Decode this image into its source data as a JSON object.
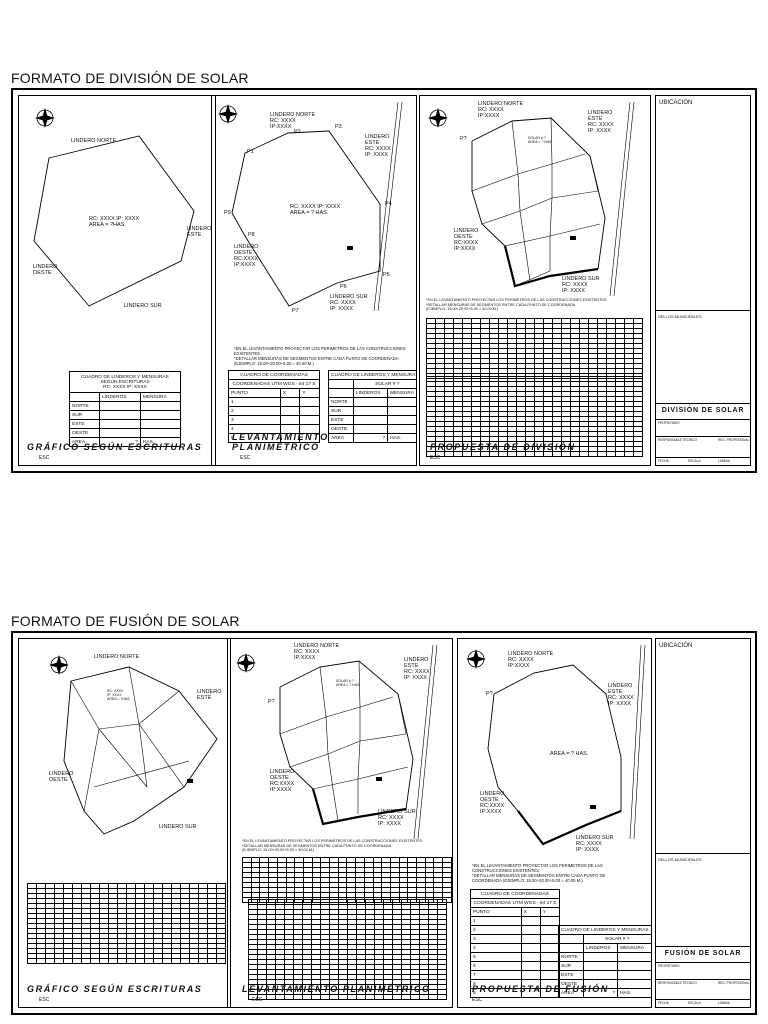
{
  "division": {
    "title": "FORMATO DE DIVISIÓN DE SOLAR",
    "panel1": {
      "title": "GRÁFICO SEGÚN ESCRITURAS",
      "subtitle": "ESC",
      "lindero_norte": "LINDERO NORTE",
      "lindero_este": "LINDERO\nESTE",
      "lindero_oeste": "LINDERO\nOESTE",
      "lindero_sur": "LINDERO SUR",
      "center": "RC: XXXX IP: XXXX\nAREA = ?HAS.",
      "table": {
        "header": "CUADRO DE LINDEROS Y MENSURAS\nSEGÚN ESCRITURAS\nRC: XXXX IP: XXXX",
        "cols": [
          "LINDEROS",
          "MENSURA"
        ],
        "rows": [
          "NORTE",
          "SUR",
          "ESTE",
          "OESTE",
          "AREA"
        ],
        "area_value": "?",
        "area_unit": "HAS."
      }
    },
    "panel2": {
      "title": "LEVANTAMIENTO PLANIMÉTRICO",
      "subtitle": "ESC",
      "north": "LINDERO NORTE\nRC: XXXX\nIP:XXXX",
      "este": "LINDERO\nESTE\nRC: XXXX\nIP: XXXX",
      "oeste": "LINDERO\nOESTE\nRC:XXXX\nIP:XXXX",
      "sur": "LINDERO SUR\nRC: XXXX\nIP: XXXX",
      "center": "RC: XXXX IP: XXXX\nAREA = ? HAS.",
      "points": [
        "P1",
        "P2",
        "P3",
        "P4",
        "P5",
        "P6",
        "P7",
        "P8",
        "P9"
      ],
      "note": "*EN EL LEVANTAMIENTO PROYECTAR LOS PERIMETROS DE LAS CONSTRUCCIONES\nEXISTENTES\n*DETALLAR MENSURAS DE SEGMENTOS ENTRE CADA PUNTO DE COORDENADA\n(EJEMPLO: 15.00+20.00+5.00 = 40.00 M.)",
      "coord_table": {
        "header": "CUADRO DE COORDENADAS",
        "sub": "COORDENADAS UTM WGS - 84 17 S",
        "cols": [
          "PUNTO",
          "X",
          "Y"
        ],
        "rows": [
          "1",
          "2",
          "3",
          "4",
          "5"
        ]
      },
      "lind_table": {
        "header": "CUADRO DE LINDEROS Y MENSURAS",
        "solar": "SOLAR # ?",
        "cols": [
          "LINDEROS",
          "MENSURA"
        ],
        "rows": [
          "NORTE",
          "SUR",
          "ESTE",
          "OESTE",
          "AREA"
        ],
        "area_value": "?",
        "area_unit": "HAS."
      }
    },
    "panel3": {
      "title": "PROPUESTA DE DIVISIÓN",
      "subtitle": "ESC",
      "north": "LINDERO NORTE\nRC: XXXX\nIP:XXXX",
      "este": "LINDERO\nESTE\nRC: XXXX\nIP: XXXX",
      "oeste": "LINDERO\nOESTE\nRC:XXXX\nIP:XXXX",
      "sur": "LINDERO SUR\nRC: XXXX\nIP: XXXX",
      "point": "P?",
      "solar": "SOLAR # ?\nAREA = ? HAS.",
      "note": "*EN EL LEVANTAMIENTO PROYECTAR LOS PERIMETROS DE LAS CONSTRUCCIONES EXISTENTES\n*DETALLAR MENSURAS DE SEGMENTOS ENTRE CADA PUNTO DE COORDENADA\n(EJEMPLO: 15.00+20.00+5.00 = 40.00 M.)"
    },
    "side": {
      "ubicacion": "UBICACIÓN",
      "sellos": "SELLOS MUNICIPALES",
      "sheet_name": "DIVISIÓN DE SOLAR",
      "propietario": "PROPIETARIO",
      "responsable": "RESPONSABLE TÉCNICO",
      "reg": "REG. PROFESIONAL",
      "fecha": "FECHA",
      "escala": "ESCALA",
      "lamina": "LÁMINA"
    }
  },
  "fusion": {
    "title": "FORMATO DE FUSIÓN DE SOLAR",
    "panel1": {
      "title": "GRÁFICO SEGÚN ESCRITURAS",
      "subtitle": "ESC",
      "lindero_norte": "LINDERO NORTE",
      "lindero_este": "LINDERO\nESTE",
      "lindero_oeste": "LINDERO\nOESTE",
      "lindero_sur": "LINDERO SUR",
      "lot": "RC: XXXX\nIP: XXXX\nAREA = ?HAS."
    },
    "panel2": {
      "title": "LEVANTAMIENTO PLANIMÉTRICO",
      "subtitle": "ESC",
      "north": "LINDERO NORTE\nRC: XXXX\nIP:XXXX",
      "este": "LINDERO\nESTE\nRC: XXXX\nIP: XXXX",
      "oeste": "LINDERO\nOESTE\nRC:XXXX\nIP:XXXX",
      "sur": "LINDERO SUR\nRC: XXXX\nIP: XXXX",
      "point": "P?",
      "solar": "SOLAR # ?\nAREA = ? HAS.",
      "note": "*EN EL LEVANTAMIENTO PROYECTAR LOS PERIMETROS DE LAS CONSTRUCCIONES EXISTENTES\n*DETALLAR MENSURAS DE SEGMENTOS ENTRE CADA PUNTO DE COORDENADA\n(EJEMPLO: 15.00+20.00+5.00 = 40.00 M.)"
    },
    "panel3": {
      "title": "PROPUESTA DE FUSIÓN",
      "subtitle": "ESC",
      "north": "LINDERO NORTE\nRC: XXXX\nIP:XXXX",
      "este": "LINDERO\nESTE\nRC: XXXX\nIP: XXXX",
      "oeste": "LINDERO\nOESTE\nRC:XXXX\nIP:XXXX",
      "sur": "LINDERO SUR\nRC: XXXX\nIP: XXXX",
      "center": "AREA = ? HAS.",
      "point": "P?",
      "note": "*EN EL LEVANTAMIENTO PROYECTAR LOS PERIMETROS DE LAS\nCONSTRUCCIONES EXISTENTES\n*DETALLAR MENSURAS DE SEGMENTOS ENTRE CADA PUNTO DE\nCOORDENADA (EJEMPLO: 15.00+20.00+5.00 = 40.00 M.)",
      "coord_table": {
        "header": "CUADRO DE COORDENADAS",
        "sub": "COORDENADAS UTM WGS - 84 17 S",
        "cols": [
          "PUNTO",
          "X",
          "Y"
        ],
        "rows": [
          "1",
          "2",
          "3",
          "4",
          "5",
          "6",
          "7",
          "8",
          "9"
        ]
      },
      "lind_table": {
        "header": "CUADRO DE LINDEROS Y MENSURAS",
        "solar": "SOLAR # ?",
        "cols": [
          "LINDEROS",
          "MENSURA"
        ],
        "rows": [
          "NORTE",
          "SUR",
          "ESTE",
          "OESTE",
          "AREA"
        ],
        "area_value": "?",
        "area_unit": "HAS."
      }
    },
    "side": {
      "ubicacion": "UBICACIÓN",
      "sellos": "SELLOS MUNICIPALES",
      "sheet_name": "FUSIÓN DE SOLAR",
      "propietario": "PROPIETARIO",
      "responsable": "RESPONSABLE TÉCNICO",
      "reg": "REG. PROFESIONAL",
      "fecha": "FECHA",
      "escala": "ESCALA",
      "lamina": "LÁMINA"
    }
  }
}
